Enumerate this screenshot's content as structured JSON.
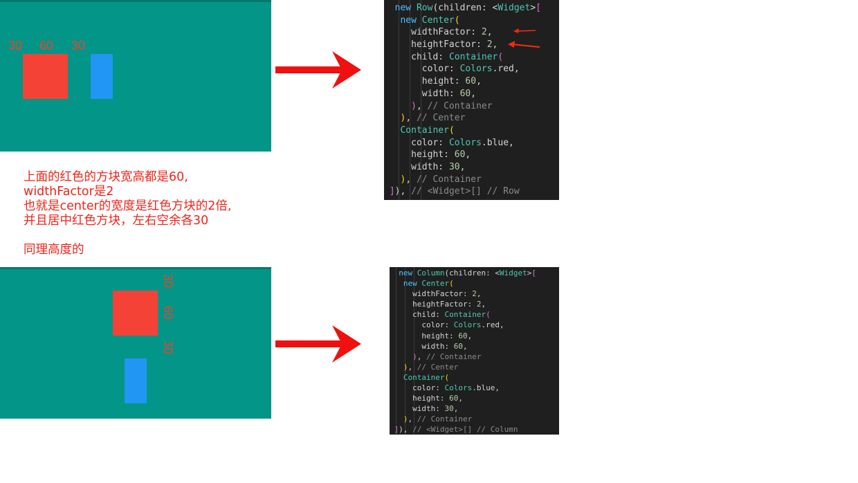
{
  "top_preview": {
    "labels": [
      "30",
      "60",
      "30"
    ]
  },
  "bottom_preview": {
    "labels": [
      "30",
      "60",
      "30"
    ]
  },
  "annotation": {
    "lines": [
      "上面的红色的方块宽高都是60,",
      "widthFactor是2",
      "也就是center的宽度是红色方块的2倍,",
      "并且居中红色方块，左右空余各30",
      "",
      "同理高度的"
    ]
  },
  "code_row": {
    "lines": [
      {
        "indent": "  ",
        "tokens": [
          [
            "kw",
            "new "
          ],
          [
            "ty",
            "Row"
          ],
          [
            "pl",
            "(children: "
          ],
          [
            "pl",
            "<"
          ],
          [
            "tag",
            "Widget"
          ],
          [
            "pl",
            ">"
          ],
          [
            "br2",
            "["
          ]
        ]
      },
      {
        "indent": "   ",
        "tokens": [
          [
            "kw",
            "new "
          ],
          [
            "ty",
            "Center"
          ],
          [
            "br1",
            "("
          ]
        ]
      },
      {
        "indent": "     ",
        "tokens": [
          [
            "pl",
            "widthFactor: "
          ],
          [
            "nm",
            "2"
          ],
          [
            "pl",
            ","
          ]
        ]
      },
      {
        "indent": "     ",
        "tokens": [
          [
            "pl",
            "heightFactor: "
          ],
          [
            "nm",
            "2"
          ],
          [
            "pl",
            ","
          ]
        ]
      },
      {
        "indent": "     ",
        "tokens": [
          [
            "pl",
            "child: "
          ],
          [
            "ty",
            "Container"
          ],
          [
            "br2",
            "("
          ]
        ]
      },
      {
        "indent": "       ",
        "tokens": [
          [
            "pl",
            "color: "
          ],
          [
            "ty",
            "Colors"
          ],
          [
            "pl",
            ".red,"
          ]
        ]
      },
      {
        "indent": "       ",
        "tokens": [
          [
            "pl",
            "height: "
          ],
          [
            "nm",
            "60"
          ],
          [
            "pl",
            ","
          ]
        ]
      },
      {
        "indent": "       ",
        "tokens": [
          [
            "pl",
            "width: "
          ],
          [
            "nm",
            "60"
          ],
          [
            "pl",
            ","
          ]
        ]
      },
      {
        "indent": "     ",
        "tokens": [
          [
            "br2",
            ")"
          ],
          [
            "pl",
            ", "
          ],
          [
            "cm",
            "// Container"
          ]
        ]
      },
      {
        "indent": "   ",
        "tokens": [
          [
            "br1",
            ")"
          ],
          [
            "pl",
            ", "
          ],
          [
            "cm",
            "// Center"
          ]
        ]
      },
      {
        "indent": "   ",
        "tokens": [
          [
            "ty",
            "Container"
          ],
          [
            "br1",
            "("
          ]
        ]
      },
      {
        "indent": "     ",
        "tokens": [
          [
            "pl",
            "color: "
          ],
          [
            "ty",
            "Colors"
          ],
          [
            "pl",
            ".blue,"
          ]
        ]
      },
      {
        "indent": "     ",
        "tokens": [
          [
            "pl",
            "height: "
          ],
          [
            "nm",
            "60"
          ],
          [
            "pl",
            ","
          ]
        ]
      },
      {
        "indent": "     ",
        "tokens": [
          [
            "pl",
            "width: "
          ],
          [
            "nm",
            "30"
          ],
          [
            "pl",
            ","
          ]
        ]
      },
      {
        "indent": "   ",
        "tokens": [
          [
            "br1",
            ")"
          ],
          [
            "pl",
            ", "
          ],
          [
            "cm",
            "// Container"
          ]
        ]
      },
      {
        "indent": " ",
        "tokens": [
          [
            "br2",
            "]"
          ],
          [
            "pl",
            "), "
          ],
          [
            "cm",
            "// <Widget>[] // Row"
          ]
        ]
      }
    ]
  },
  "code_column": {
    "lines": [
      {
        "indent": "  ",
        "tokens": [
          [
            "kw",
            "new "
          ],
          [
            "ty",
            "Column"
          ],
          [
            "pl",
            "(children: "
          ],
          [
            "pl",
            "<"
          ],
          [
            "tag",
            "Widget"
          ],
          [
            "pl",
            ">"
          ],
          [
            "br2",
            "["
          ]
        ]
      },
      {
        "indent": "   ",
        "tokens": [
          [
            "kw",
            "new "
          ],
          [
            "ty",
            "Center"
          ],
          [
            "br1",
            "("
          ]
        ]
      },
      {
        "indent": "     ",
        "tokens": [
          [
            "pl",
            "widthFactor: "
          ],
          [
            "nm",
            "2"
          ],
          [
            "pl",
            ","
          ]
        ]
      },
      {
        "indent": "     ",
        "tokens": [
          [
            "pl",
            "heightFactor: "
          ],
          [
            "nm",
            "2"
          ],
          [
            "pl",
            ","
          ]
        ]
      },
      {
        "indent": "     ",
        "tokens": [
          [
            "pl",
            "child: "
          ],
          [
            "ty",
            "Container"
          ],
          [
            "br2",
            "("
          ]
        ]
      },
      {
        "indent": "       ",
        "tokens": [
          [
            "pl",
            "color: "
          ],
          [
            "ty",
            "Colors"
          ],
          [
            "pl",
            ".red,"
          ]
        ]
      },
      {
        "indent": "       ",
        "tokens": [
          [
            "pl",
            "height: "
          ],
          [
            "nm",
            "60"
          ],
          [
            "pl",
            ","
          ]
        ]
      },
      {
        "indent": "       ",
        "tokens": [
          [
            "pl",
            "width: "
          ],
          [
            "nm",
            "60"
          ],
          [
            "pl",
            ","
          ]
        ]
      },
      {
        "indent": "     ",
        "tokens": [
          [
            "br2",
            ")"
          ],
          [
            "pl",
            ", "
          ],
          [
            "cm",
            "// Container"
          ]
        ]
      },
      {
        "indent": "   ",
        "tokens": [
          [
            "br1",
            ")"
          ],
          [
            "pl",
            ", "
          ],
          [
            "cm",
            "// Center"
          ]
        ]
      },
      {
        "indent": "   ",
        "tokens": [
          [
            "ty",
            "Container"
          ],
          [
            "br1",
            "("
          ]
        ]
      },
      {
        "indent": "     ",
        "tokens": [
          [
            "pl",
            "color: "
          ],
          [
            "ty",
            "Colors"
          ],
          [
            "pl",
            ".blue,"
          ]
        ]
      },
      {
        "indent": "     ",
        "tokens": [
          [
            "pl",
            "height: "
          ],
          [
            "nm",
            "60"
          ],
          [
            "pl",
            ","
          ]
        ]
      },
      {
        "indent": "     ",
        "tokens": [
          [
            "pl",
            "width: "
          ],
          [
            "nm",
            "30"
          ],
          [
            "pl",
            ","
          ]
        ]
      },
      {
        "indent": "   ",
        "tokens": [
          [
            "br1",
            ")"
          ],
          [
            "pl",
            ", "
          ],
          [
            "cm",
            "// Container"
          ]
        ]
      },
      {
        "indent": " ",
        "tokens": [
          [
            "br2",
            "]"
          ],
          [
            "pl",
            "), "
          ],
          [
            "cm",
            "// <Widget>[] // Column"
          ]
        ]
      }
    ]
  },
  "colors": {
    "preview_background": "#039588",
    "red_container": "#f44336",
    "blue_container": "#2196f3",
    "arrow": "#f01010",
    "annotation_text": "#f0231a",
    "code_background": "#1f1f1f"
  }
}
